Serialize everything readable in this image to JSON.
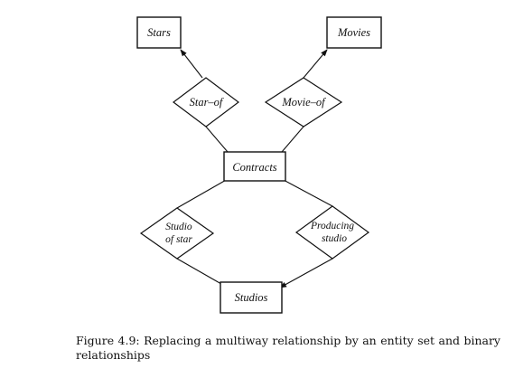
{
  "diagram": {
    "entities": {
      "stars": "Stars",
      "movies": "Movies",
      "contracts": "Contracts",
      "studios": "Studios"
    },
    "relationships": {
      "star_of": "Star–of",
      "movie_of": "Movie–of",
      "studio_of_star_line1": "Studio",
      "studio_of_star_line2": "of star",
      "producing_studio_line1": "Producing",
      "producing_studio_line2": "studio"
    }
  },
  "caption": {
    "line1": "Figure 4.9: Replacing a multiway relationship by an entity set and binary",
    "line2": "relationships"
  }
}
